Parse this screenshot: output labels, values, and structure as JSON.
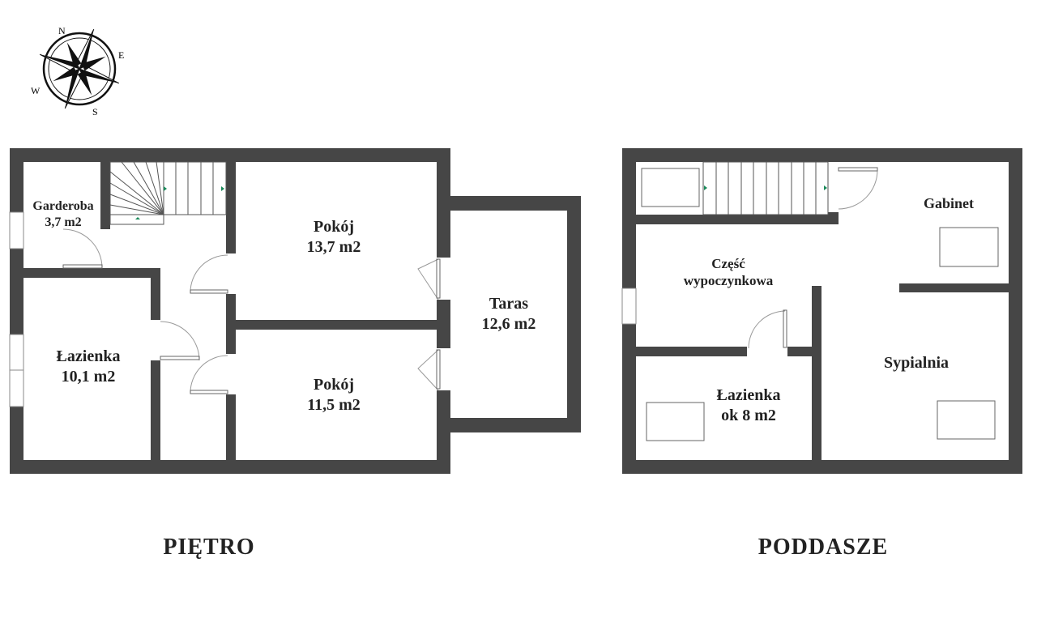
{
  "compass": {
    "n": "N",
    "e": "E",
    "s": "S",
    "w": "W"
  },
  "floors": [
    {
      "title": "PIĘTRO",
      "rooms": [
        {
          "name": "Garderoba",
          "area": "3,7 m2"
        },
        {
          "name": "Łazienka",
          "area": "10,1 m2"
        },
        {
          "name": "Pokój",
          "area": "13,7 m2"
        },
        {
          "name": "Pokój",
          "area": "11,5 m2"
        },
        {
          "name": "Taras",
          "area": "12,6 m2"
        }
      ]
    },
    {
      "title": "PODDASZE",
      "rooms": [
        {
          "name": "Gabinet"
        },
        {
          "name": "Część",
          "name2": "wypoczynkowa"
        },
        {
          "name": "Sypialnia"
        },
        {
          "name": "Łazienka",
          "area": "ok 8 m2"
        }
      ]
    }
  ],
  "colors": {
    "wall": "#464646",
    "marker": "#1a8a5a"
  }
}
